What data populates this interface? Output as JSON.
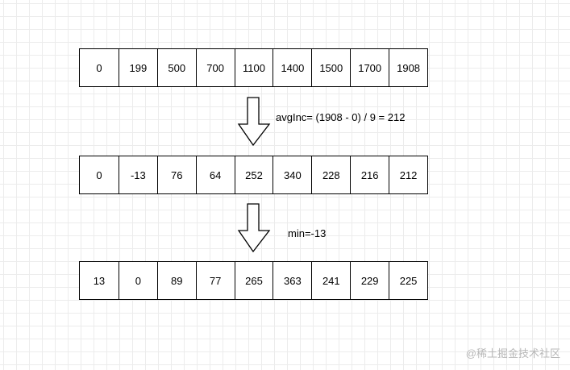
{
  "rows": [
    [
      "0",
      "199",
      "500",
      "700",
      "1100",
      "1400",
      "1500",
      "1700",
      "1908"
    ],
    [
      "0",
      "-13",
      "76",
      "64",
      "252",
      "340",
      "228",
      "216",
      "212"
    ],
    [
      "13",
      "0",
      "89",
      "77",
      "265",
      "363",
      "241",
      "229",
      "225"
    ]
  ],
  "annotations": {
    "step1": "avgInc= (1908 - 0) / 9 = 212",
    "step2": "min=-13"
  },
  "watermark": "@稀土掘金技术社区"
}
